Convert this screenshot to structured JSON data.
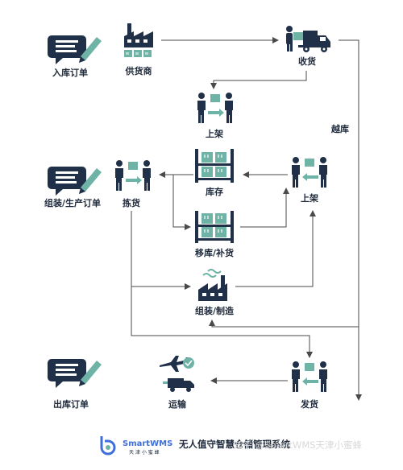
{
  "nodes": {
    "inbound_order": "入库订单",
    "supplier": "供货商",
    "receiving": "收货",
    "putaway_top": "上架",
    "cross_dock": "越库",
    "assembly_order": "组装/生产订单",
    "picking": "拣货",
    "inventory": "库存",
    "putaway_right": "上架",
    "move_replenish": "移库/补货",
    "assembly_mfg": "组装/制造",
    "outbound_order": "出库订单",
    "transport": "运输",
    "shipping": "发货"
  },
  "footer": {
    "brand": "SmartWMS",
    "brand_sub": "天 津 小 蜜 蜂",
    "title": "无人值守智慧仓储管理系统",
    "watermark": "知乎 @SmartWMS天津小蜜蜂"
  },
  "colors": {
    "navy": "#1f3048",
    "teal": "#6fb3a6",
    "line": "#4a4a4a",
    "brand_blue": "#3f6fd8"
  }
}
